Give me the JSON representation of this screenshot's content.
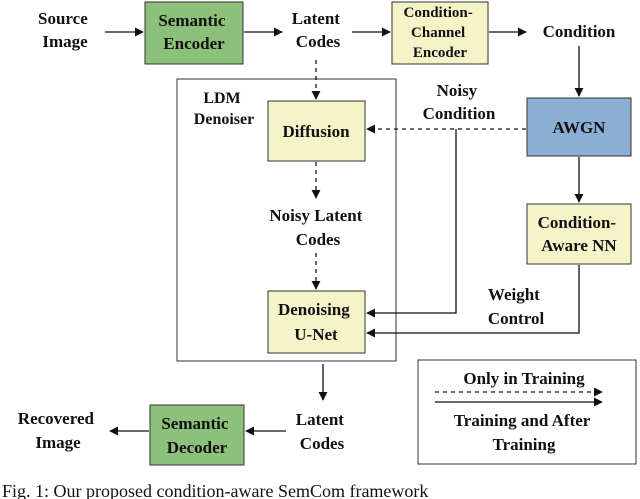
{
  "diagram": {
    "source_image": [
      "Source",
      "Image"
    ],
    "semantic_encoder": [
      "Semantic",
      "Encoder"
    ],
    "latent_codes_top": [
      "Latent",
      "Codes"
    ],
    "condition_channel_encoder": [
      "Condition-",
      "Channel",
      "Encoder"
    ],
    "condition": "Condition",
    "ldm_denoiser": [
      "LDM",
      "Denoiser"
    ],
    "diffusion": "Diffusion",
    "noisy_condition": [
      "Noisy",
      "Condition"
    ],
    "awgn": "AWGN",
    "noisy_latent_codes": [
      "Noisy Latent",
      "Codes"
    ],
    "condition_aware_nn": [
      "Condition-",
      "Aware NN"
    ],
    "weight_control": [
      "Weight",
      "Control"
    ],
    "denoising_unet": [
      "Denoising",
      "U-Net"
    ],
    "legend": {
      "training_only": "Only in Training",
      "training_and_after": [
        "Training and After",
        "Training"
      ]
    },
    "recovered_image": [
      "Recovered",
      "Image"
    ],
    "semantic_decoder": [
      "Semantic",
      "Decoder"
    ],
    "latent_codes_bottom": [
      "Latent",
      "Codes"
    ],
    "colors": {
      "green_box": "#8dc07a",
      "yellow_box": "#f5f3c8",
      "blue_box": "#8aaed4"
    }
  },
  "caption": "Fig. 1: Our proposed condition-aware SemCom framework"
}
